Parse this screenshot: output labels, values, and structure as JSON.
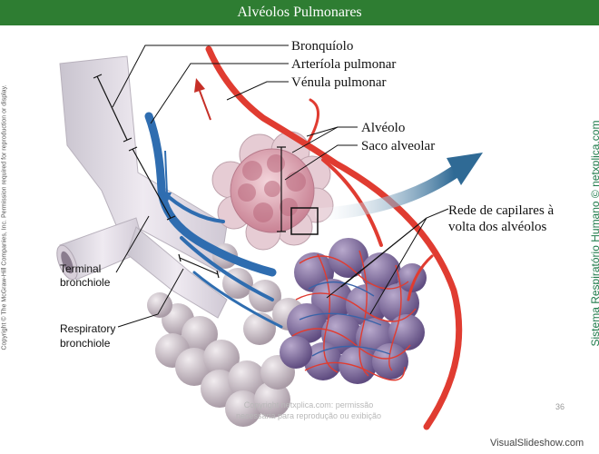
{
  "title": "Alvéolos Pulmonares",
  "labels": {
    "bronquiolo": "Bronquíolo",
    "arteriola": "Arteríola pulmonar",
    "venula": "Vénula pulmonar",
    "alveolo": "Alvéolo",
    "saco": "Saco alveolar",
    "rede_line1": "Rede de capilares à",
    "rede_line2": "volta dos alvéolos",
    "terminal_line1": "Terminal",
    "terminal_line2": "bronchiole",
    "respiratory_line1": "Respiratory",
    "respiratory_line2": "bronchiole"
  },
  "copyright": "Copyright © The McGraw-Hill Companies, Inc. Permission required for reproduction or display.",
  "side_credit": "Sistema Respiratório Humano © netxplica.com",
  "watermark_line1": "Copyright netxplica.com: permissão",
  "watermark_line2": "necessária para reprodução ou exibição",
  "page_number": "36",
  "footer_brand": "VisualSlideshow.com",
  "colors": {
    "title_bar": "#2e7d32",
    "artery": "#e03c31",
    "vein": "#2f6db0",
    "alveolus": "#d59aa8",
    "lower_alveoli": "#c9b8c6",
    "arrow": "#3b6f99"
  }
}
